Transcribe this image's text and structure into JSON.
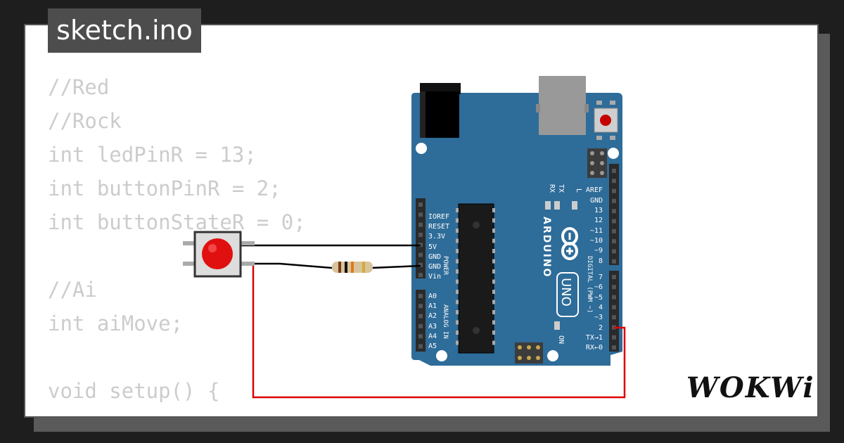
{
  "file_tab": {
    "label": "sketch.ino"
  },
  "code": {
    "lines": [
      "//Red",
      "//Rock",
      "int ledPinR = 13;",
      "int buttonPinR = 2;",
      "int buttonStateR = 0;",
      "",
      "//Ai",
      "int aiMove;",
      "",
      "void setup() {"
    ]
  },
  "board": {
    "brand": "ARDUINO",
    "model": "UNO",
    "power_label": "POWER",
    "analog_label": "ANALOG IN",
    "digital_label": "DIGITAL (PWM ~)",
    "power_pins": [
      "IOREF",
      "RESET",
      "3.3V",
      "5V",
      "GND",
      "GND",
      "Vin"
    ],
    "analog_pins": [
      "A0",
      "A1",
      "A2",
      "A3",
      "A4",
      "A5"
    ],
    "digital_pins_top": [
      "AREF",
      "GND",
      "13",
      "12",
      "~11",
      "~10",
      "~9",
      "8"
    ],
    "digital_pins_bottom": [
      "7",
      "~6",
      "~5",
      "4",
      "~3",
      "2",
      "TX→1",
      "RX←0"
    ],
    "leds": [
      "RX",
      "TX",
      "L"
    ],
    "on_led": "ON",
    "board_color": "#2e6c99",
    "reset_button_color": "#c40000"
  },
  "pushbutton": {
    "color": "#e01010"
  },
  "wires": {
    "signal_color": "#dd0000",
    "ground_color": "#000000"
  },
  "logo": {
    "text": "WOKWi"
  }
}
